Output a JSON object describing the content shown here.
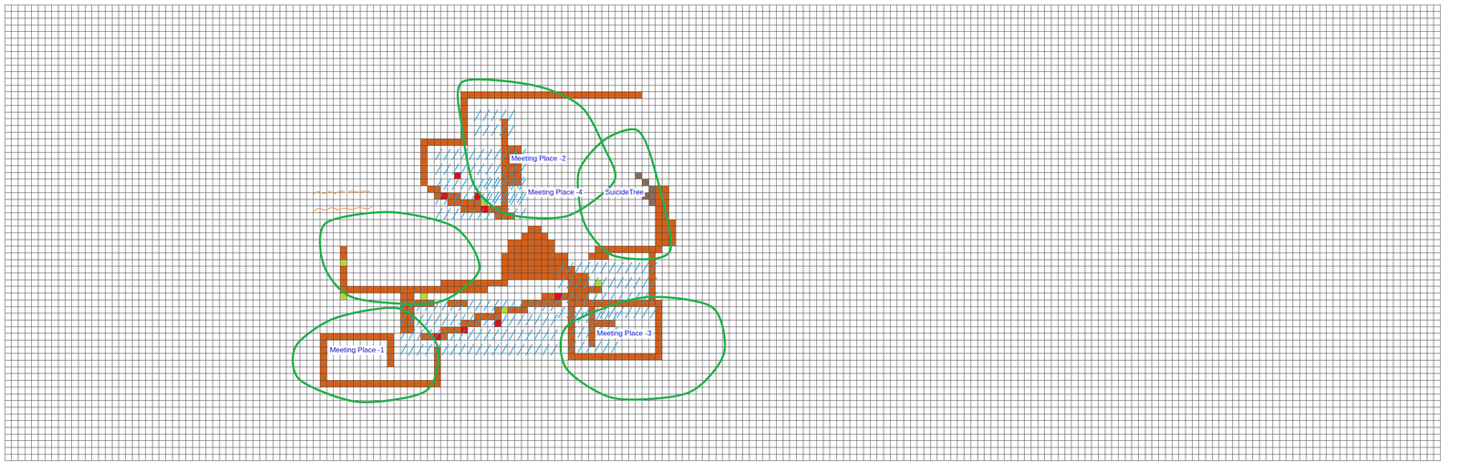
{
  "diagram": {
    "labels": [
      "Meeting Place -2",
      "Meeting Place -4",
      "SuicideTree",
      "Meeting Place -3",
      "Meeting Place -1"
    ]
  }
}
